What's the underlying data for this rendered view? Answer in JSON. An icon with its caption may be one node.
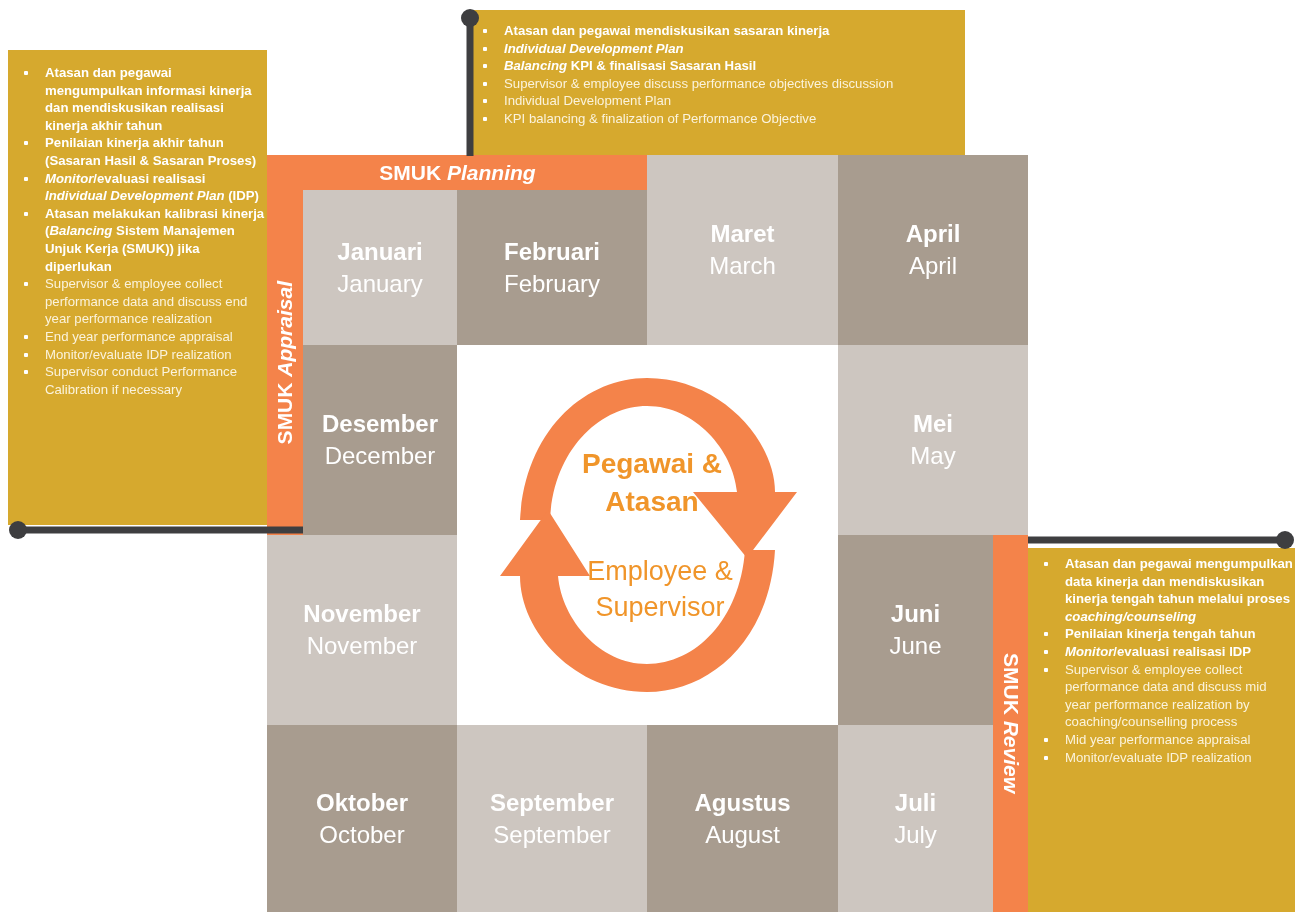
{
  "diagram": {
    "nodes": [
      {
        "text": [
          "Atasan dan pegawai mendiskusikan sasaran kinerja",
          "Individual Development Plan",
          "*Balancing* KPI & finalisasi Sasaran Hasil",
          "Supervisor & employee discuss performance objectives discussion",
          "Individual Development Plan",
          "KPI balancing & finalization of Performance Objective"
        ]
      },
      {
        "text": [
          "Atasan dan pegawai mengumpulkan informasi kinerja dan mendiskusikan realisasi kinerja akhir tahun",
          "Penilaian kinerja akhir tahun (Sasaran Hasil & Sasaran Proses)",
          "*Monitor*/evaluasi realisasi *Individual Development Plan* (IDP)",
          "Atasan melakukan kalibrasi kinerja (*Balancing* Sistem Manajemen Unjuk Kerja (SMUK)) jika diperlukan",
          "Supervisor & employee collect performance data and discuss end year performance realization",
          "End year performance appraisal",
          "Monitor/evaluate IDP realization",
          "Supervisor conduct Performance Calibration if necessary"
        ]
      },
      {
        "text": [
          "SMUK *Planning*"
        ]
      },
      {
        "text": [
          "SMUK *Appraisal*"
        ]
      },
      {
        "text": [
          "Januari",
          "January"
        ]
      },
      {
        "text": [
          "Februari",
          "February"
        ]
      },
      {
        "text": [
          "Maret",
          "March"
        ]
      },
      {
        "text": [
          "April",
          "April"
        ]
      },
      {
        "text": [
          "Desember",
          "December"
        ]
      },
      {
        "text": [
          "Pegawai & Atasan",
          "Employee & Supervisor"
        ]
      },
      {
        "text": [
          "Mei",
          "May"
        ]
      },
      {
        "text": [
          "November",
          "November"
        ]
      },
      {
        "text": [
          "Juni",
          "June"
        ]
      },
      {
        "text": [
          "SMUK *Review*"
        ]
      },
      {
        "text": [
          "Atasan dan pegawai mengumpulkan data kinerja dan mendiskusikan kinerja tengah tahun melalui proses *coaching/counseling*",
          "Penilaian kinerja tengah tahun",
          "*Monitor*/evaluasi realisasi IDP",
          "Supervisor & employee collect performance data and discuss mid year performance realization by coaching/counselling process",
          "Mid year performance appraisal",
          "Monitor/evaluate IDP realization"
        ]
      },
      {
        "text": [
          "Oktober",
          "October"
        ]
      },
      {
        "text": [
          "September",
          "September"
        ]
      },
      {
        "text": [
          "Agustus",
          "August"
        ]
      },
      {
        "text": [
          "Juli",
          "July"
        ]
      }
    ]
  }
}
